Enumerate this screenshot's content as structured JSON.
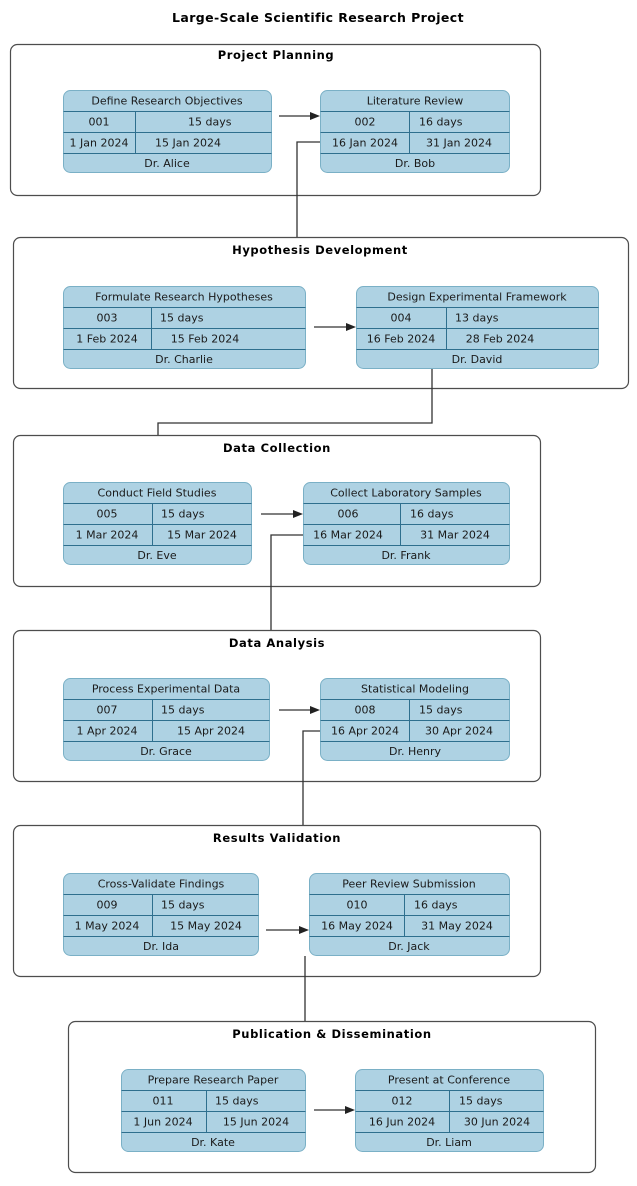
{
  "title": "Large-Scale Scientific Research Project",
  "legend": {
    "accent_fill": "#aed2e3",
    "accent_stroke": "#2e6f8e",
    "group_stroke": "#4d4d4d",
    "connector_color": "#333333"
  },
  "groups": [
    {
      "id": "project-planning",
      "title": "Project Planning",
      "tasks": [
        {
          "id": "task-001",
          "name": "Define Research Objectives",
          "code": "001",
          "duration": "15 days",
          "start": "1 Jan 2024",
          "end": "15 Jan 2024",
          "owner": "Dr. Alice"
        },
        {
          "id": "task-002",
          "name": "Literature Review",
          "code": "002",
          "duration": "16 days",
          "start": "16 Jan 2024",
          "end": "31 Jan 2024",
          "owner": "Dr. Bob"
        }
      ]
    },
    {
      "id": "hypothesis-development",
      "title": "Hypothesis Development",
      "tasks": [
        {
          "id": "task-003",
          "name": "Formulate Research Hypotheses",
          "code": "003",
          "duration": "15 days",
          "start": "1 Feb 2024",
          "end": "15 Feb 2024",
          "owner": "Dr. Charlie"
        },
        {
          "id": "task-004",
          "name": "Design Experimental Framework",
          "code": "004",
          "duration": "13 days",
          "start": "16 Feb 2024",
          "end": "28 Feb 2024",
          "owner": "Dr. David"
        }
      ]
    },
    {
      "id": "data-collection",
      "title": "Data Collection",
      "tasks": [
        {
          "id": "task-005",
          "name": "Conduct Field Studies",
          "code": "005",
          "duration": "15 days",
          "start": "1 Mar 2024",
          "end": "15 Mar 2024",
          "owner": "Dr. Eve"
        },
        {
          "id": "task-006",
          "name": "Collect Laboratory Samples",
          "code": "006",
          "duration": "16 days",
          "start": "16 Mar 2024",
          "end": "31 Mar 2024",
          "owner": "Dr. Frank"
        }
      ]
    },
    {
      "id": "data-analysis",
      "title": "Data Analysis",
      "tasks": [
        {
          "id": "task-007",
          "name": "Process Experimental Data",
          "code": "007",
          "duration": "15 days",
          "start": "1 Apr 2024",
          "end": "15 Apr 2024",
          "owner": "Dr. Grace"
        },
        {
          "id": "task-008",
          "name": "Statistical Modeling",
          "code": "008",
          "duration": "15 days",
          "start": "16 Apr 2024",
          "end": "30 Apr 2024",
          "owner": "Dr. Henry"
        }
      ]
    },
    {
      "id": "results-validation",
      "title": "Results Validation",
      "tasks": [
        {
          "id": "task-009",
          "name": "Cross-Validate Findings",
          "code": "009",
          "duration": "15 days",
          "start": "1 May 2024",
          "end": "15 May 2024",
          "owner": "Dr. Ida"
        },
        {
          "id": "task-010",
          "name": "Peer Review Submission",
          "code": "010",
          "duration": "16 days",
          "start": "16 May 2024",
          "end": "31 May 2024",
          "owner": "Dr. Jack"
        }
      ]
    },
    {
      "id": "publication-dissemination",
      "title": "Publication & Dissemination",
      "tasks": [
        {
          "id": "task-011",
          "name": "Prepare Research Paper",
          "code": "011",
          "duration": "15 days",
          "start": "1 Jun 2024",
          "end": "15 Jun 2024",
          "owner": "Dr. Kate"
        },
        {
          "id": "task-012",
          "name": "Present at Conference",
          "code": "012",
          "duration": "15 days",
          "start": "16 Jun 2024",
          "end": "30 Jun 2024",
          "owner": "Dr. Liam"
        }
      ]
    }
  ]
}
